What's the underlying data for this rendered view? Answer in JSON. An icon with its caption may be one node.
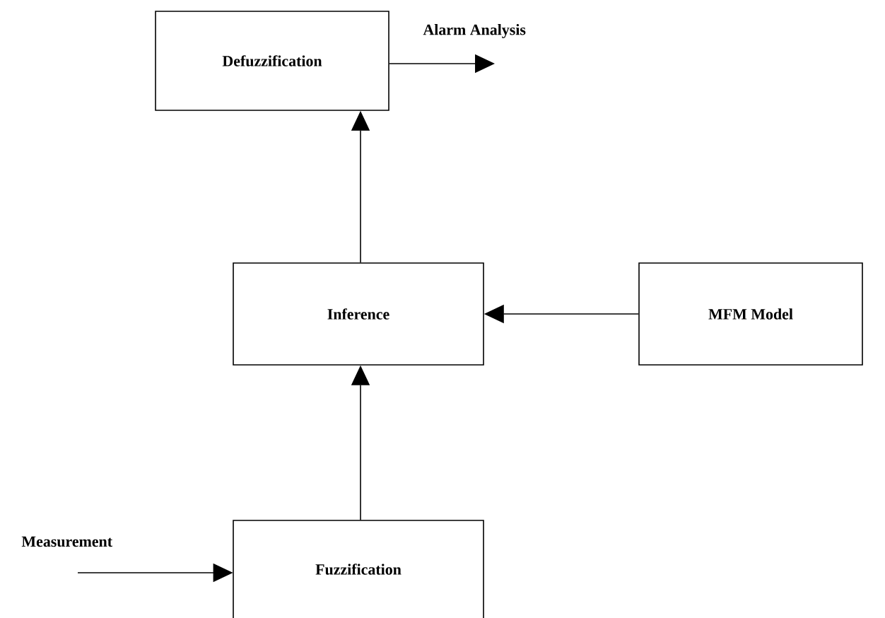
{
  "diagram": {
    "nodes": [
      {
        "text": [
          "Defuzzification"
        ]
      },
      {
        "text": [
          "Inference"
        ]
      },
      {
        "text": [
          "MFM Model"
        ]
      },
      {
        "text": [
          "Fuzzification"
        ]
      }
    ],
    "edges": [
      {
        "from": 0,
        "to": null,
        "arrow": "to",
        "label": "Alarm Analysis"
      },
      {
        "from": 1,
        "to": 0,
        "arrow": "to"
      },
      {
        "from": 2,
        "to": 1,
        "arrow": "to"
      },
      {
        "from": 3,
        "to": 1,
        "arrow": "to"
      },
      {
        "from": null,
        "to": 3,
        "arrow": "to",
        "label": "Measurement"
      }
    ]
  }
}
